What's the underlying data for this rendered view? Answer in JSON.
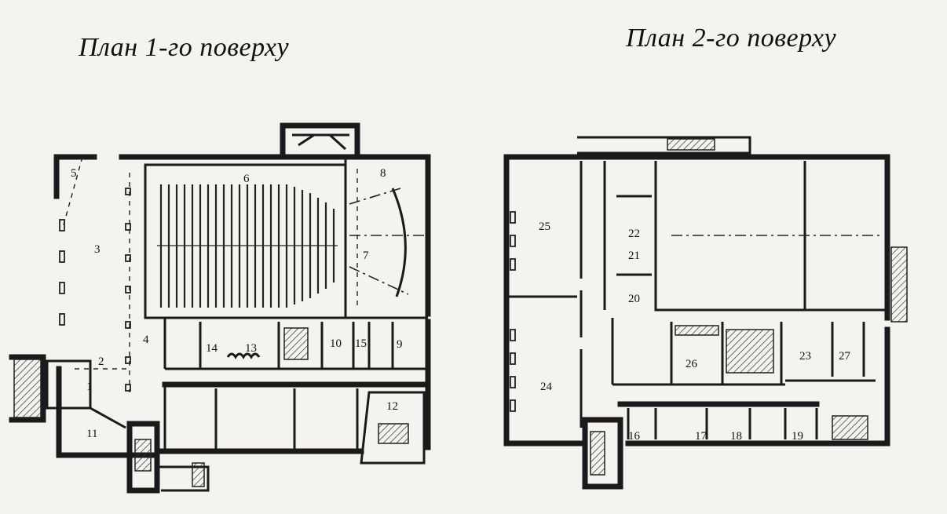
{
  "titles": {
    "floor1": "План 1-го поверху",
    "floor2": "План 2-го поверху"
  },
  "floor1_rooms": [
    "1",
    "2",
    "3",
    "4",
    "5",
    "6",
    "7",
    "8",
    "9",
    "10",
    "11",
    "12",
    "13",
    "14",
    "15"
  ],
  "floor2_rooms": [
    "16",
    "17",
    "18",
    "19",
    "20",
    "21",
    "22",
    "23",
    "24",
    "25",
    "26",
    "27"
  ]
}
